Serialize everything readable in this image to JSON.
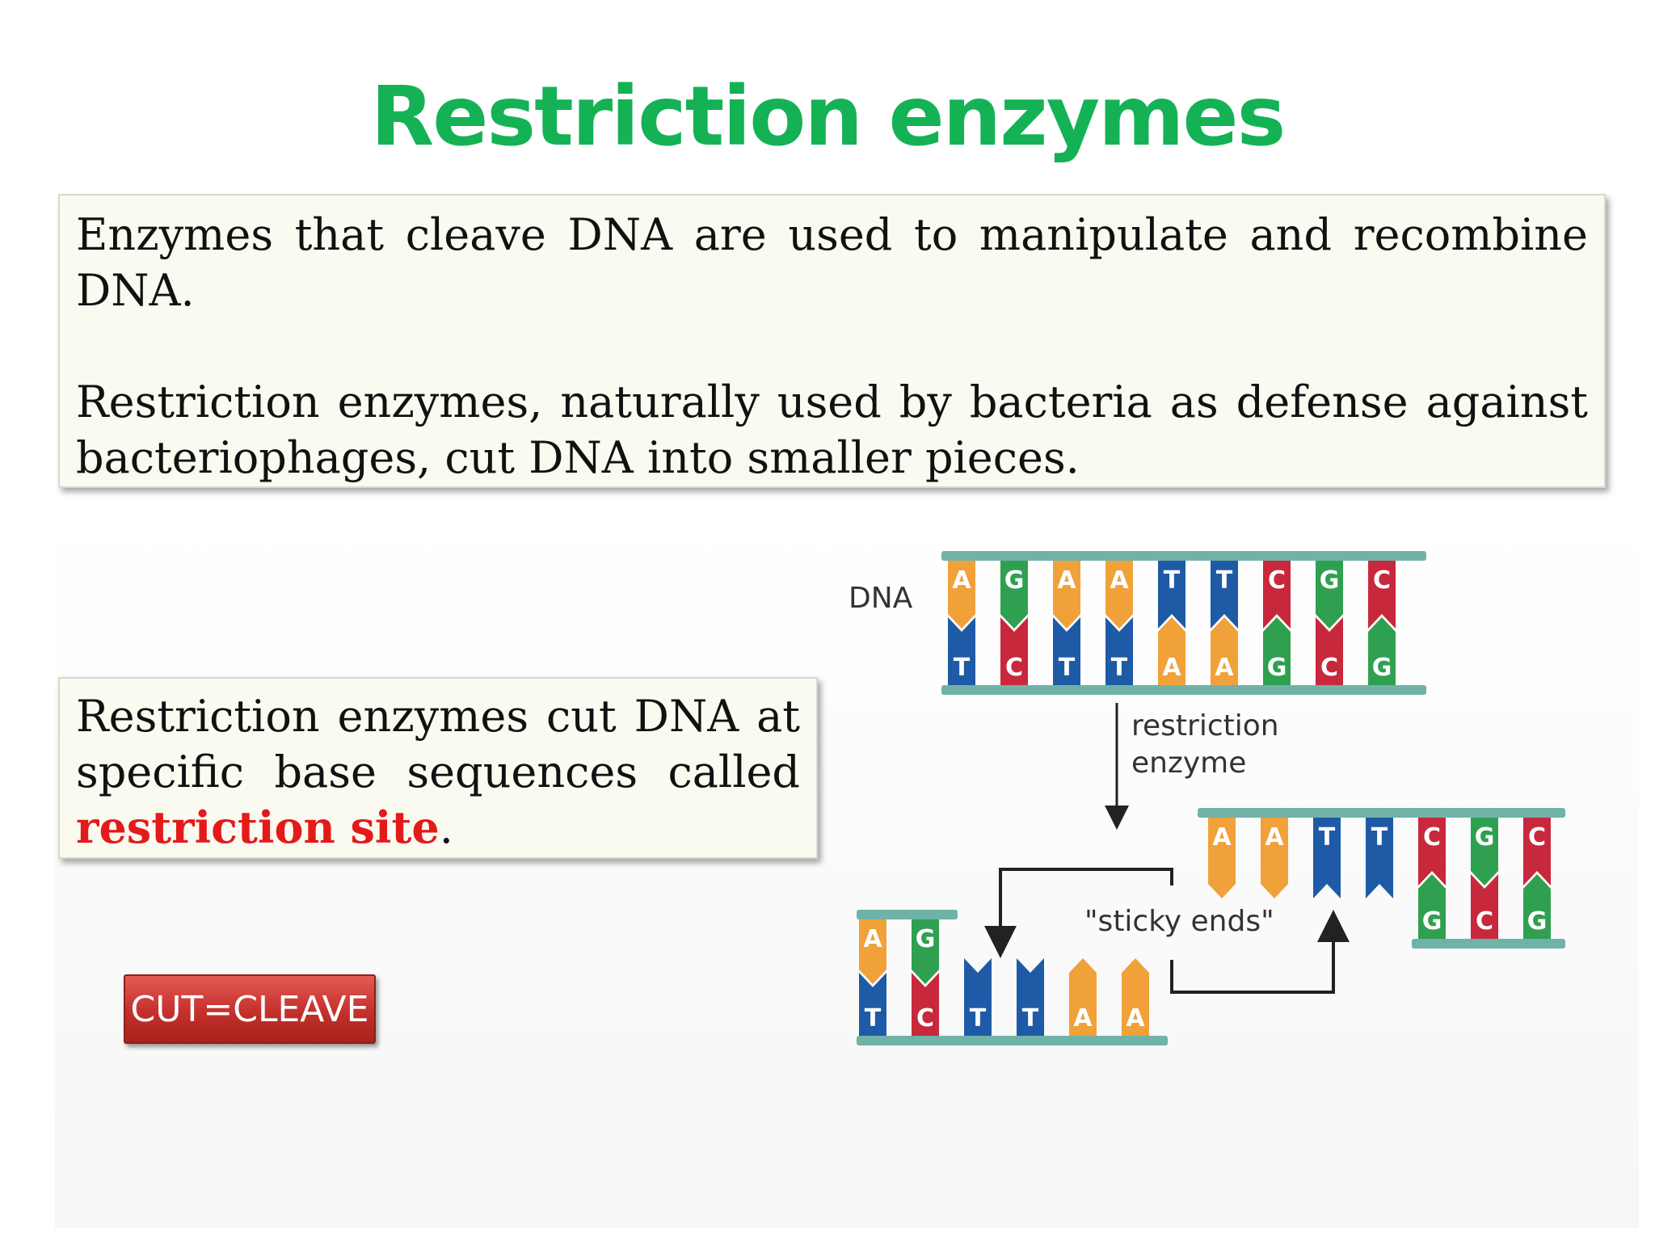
{
  "title": "Restriction enzymes",
  "box1": {
    "para1": "Enzymes that cleave DNA are used to manipulate and recombine DNA.",
    "para2": "Restriction enzymes, naturally used by bacteria as defense against bacteriophages, cut DNA into smaller pieces."
  },
  "box2": {
    "text_before": "Restriction enzymes cut DNA at specific base sequences called ",
    "highlight": "restriction site",
    "text_after": "."
  },
  "cut_button": {
    "label": "CUT=CLEAVE"
  },
  "diagram": {
    "dna_label": "DNA",
    "enzyme_label_line1": "restriction",
    "enzyme_label_line2": "enzyme",
    "sticky_label": "\"sticky ends\"",
    "full_strand": {
      "top": [
        "A",
        "G",
        "A",
        "A",
        "T",
        "T",
        "C",
        "G",
        "C"
      ],
      "bottom": [
        "T",
        "C",
        "T",
        "T",
        "A",
        "A",
        "G",
        "C",
        "G"
      ]
    },
    "right_fragment": {
      "top": [
        "A",
        "A",
        "T",
        "T",
        "C",
        "G",
        "C"
      ],
      "bottom": [
        "G",
        "C",
        "G"
      ]
    },
    "left_fragment": {
      "top": [
        "A",
        "G"
      ],
      "bottom": [
        "T",
        "C",
        "T",
        "T",
        "A",
        "A"
      ]
    },
    "base_colors": {
      "A": "#f0a13a",
      "T": "#1f5aa6",
      "G": "#2fa050",
      "C": "#c8283c"
    },
    "backbone_color": "#6fb3a8",
    "arrow_color": "#222222"
  }
}
